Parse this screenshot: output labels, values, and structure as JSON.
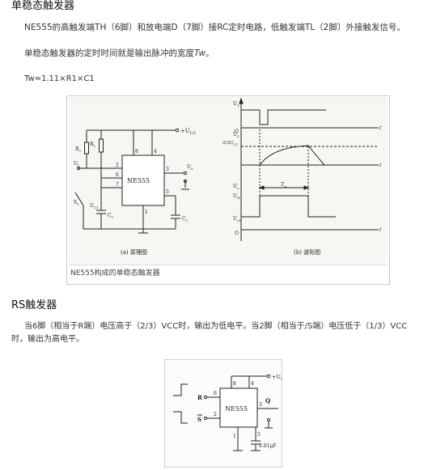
{
  "section1": {
    "title": "单稳态触发器",
    "para1": "NE555的高触发端TH（6脚）和放电端D（7脚）接RC定时电路，低触发端TL（2脚）外接触发信号。",
    "para2_prefix": "单稳态触发器的定时时间就是输出脉冲的宽度",
    "para2_var": "Tw",
    "para2_suffix": "。",
    "formula": "Tw≈1.11×R1×C1",
    "figure_caption": "NE555构成的单稳态触发器",
    "circuit": {
      "chip": "NE555",
      "vcc": "+U",
      "vcc_sub": "CC",
      "pins": [
        "8",
        "4",
        "2",
        "6",
        "7",
        "5",
        "1",
        "3"
      ],
      "r1": "R",
      "r1_sub": "1",
      "r2": "R",
      "r2_sub": "2",
      "c1": "C",
      "c1_sub": "1",
      "c2": "C",
      "c2_sub": "2",
      "s1": "S",
      "s1_sub": "1",
      "ui": "U",
      "ui_sub": "I",
      "uc1": "U",
      "uc1_sub": "C1",
      "uo": "U",
      "uo_sub": "o",
      "caption": "(a) 原理图"
    },
    "waveform": {
      "u1": "U",
      "u1_sub": "1",
      "uc": "U",
      "uc_sub": "C",
      "level": "2/3U",
      "level_sub": "CC",
      "uo": "U",
      "uo_sub": "o",
      "uh": "U",
      "uh_sub": "H",
      "ul": "U",
      "ul_sub": "oL",
      "t": "t",
      "origin": "O",
      "tw": "T",
      "tw_sub": "w",
      "caption": "(b) 波形图"
    }
  },
  "section2": {
    "title": "RS触发器",
    "para_line1": "当6脚（相当于R端）电压高于（2/3）VCC时，输出为低电平。当2脚（相当于/S端）电压低于（1/3）VCC",
    "para_line2": "时，输出为高电平。",
    "circuit": {
      "chip": "NE555",
      "vcc": "+U",
      "vcc_sub": "CC",
      "pin8": "8",
      "pin4": "4",
      "pin6": "6",
      "pin2": "2",
      "pin3": "3",
      "pin1": "1",
      "pin5": "5",
      "r_label": "R",
      "s_label": "S",
      "q_label": "Q",
      "cap": "0.01μF"
    }
  }
}
